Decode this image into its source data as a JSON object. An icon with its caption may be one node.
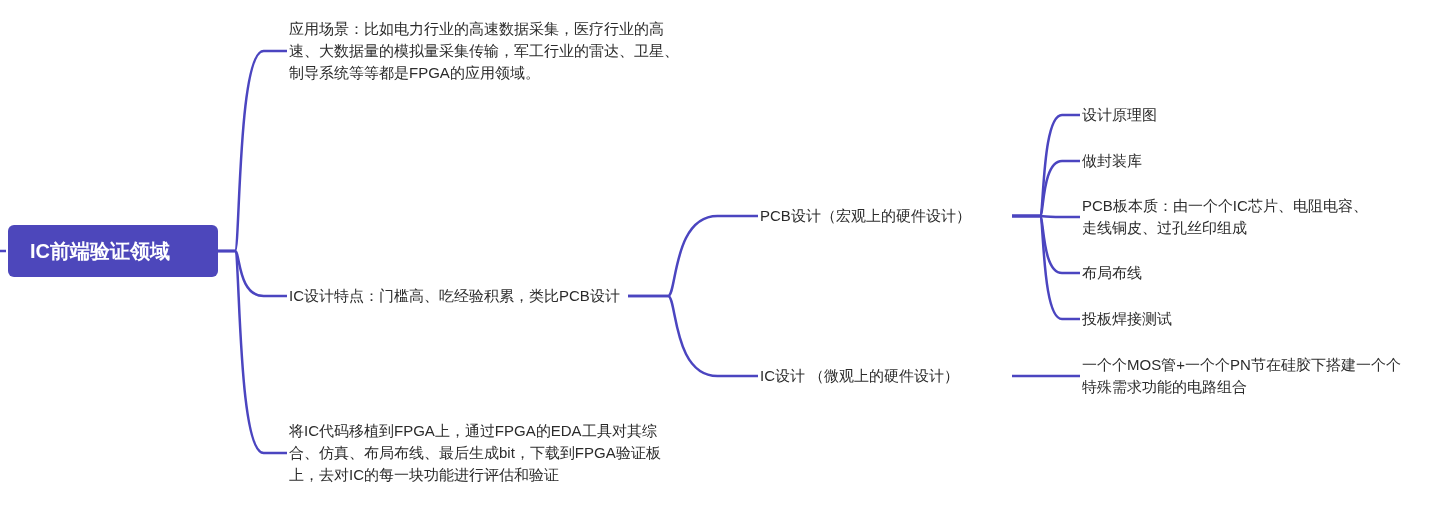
{
  "diagram": {
    "nodes": [
      {
        "text": [
          "IC前端验证领域"
        ]
      },
      {
        "text": [
          "应用场景：比如电力行业的高速数据采集，医疗行业的高速、大数据量的模拟量采集传输，军工行业的雷达、卫星、制导系统等等都是FPGA的应用领域。"
        ]
      },
      {
        "text": [
          "IC设计特点：门槛高、吃经验积累，类比PCB设计"
        ]
      },
      {
        "text": [
          "将IC代码移植到FPGA上，通过FPGA的EDA工具对其综合、仿真、布局布线、最后生成bit，下载到FPGA验证板上，去对IC的每一块功能进行评估和验证"
        ]
      },
      {
        "text": [
          "PCB设计（宏观上的硬件设计）"
        ]
      },
      {
        "text": [
          "IC设计 （微观上的硬件设计）"
        ]
      },
      {
        "text": [
          "设计原理图"
        ]
      },
      {
        "text": [
          "做封装库"
        ]
      },
      {
        "text": [
          "PCB板本质：由一个个IC芯片、电阻电容、走线铜皮、过孔丝印组成"
        ]
      },
      {
        "text": [
          "布局布线"
        ]
      },
      {
        "text": [
          "投板焊接测试"
        ]
      },
      {
        "text": [
          "一个个MOS管+一个个PN节在硅胶下搭建一个个特殊需求功能的电路组合"
        ]
      }
    ],
    "edges": [
      {
        "from": null,
        "to": 0,
        "arrow": "none"
      },
      {
        "from": 0,
        "to": 1,
        "arrow": "none"
      },
      {
        "from": 0,
        "to": 2,
        "arrow": "none"
      },
      {
        "from": 0,
        "to": 3,
        "arrow": "none"
      },
      {
        "from": 2,
        "to": 4,
        "arrow": "none"
      },
      {
        "from": 2,
        "to": 5,
        "arrow": "none"
      },
      {
        "from": 4,
        "to": 6,
        "arrow": "none"
      },
      {
        "from": 4,
        "to": 7,
        "arrow": "none"
      },
      {
        "from": 4,
        "to": 8,
        "arrow": "none"
      },
      {
        "from": 4,
        "to": 9,
        "arrow": "none"
      },
      {
        "from": 4,
        "to": 10,
        "arrow": "none"
      },
      {
        "from": 5,
        "to": 11,
        "arrow": "none"
      }
    ]
  }
}
